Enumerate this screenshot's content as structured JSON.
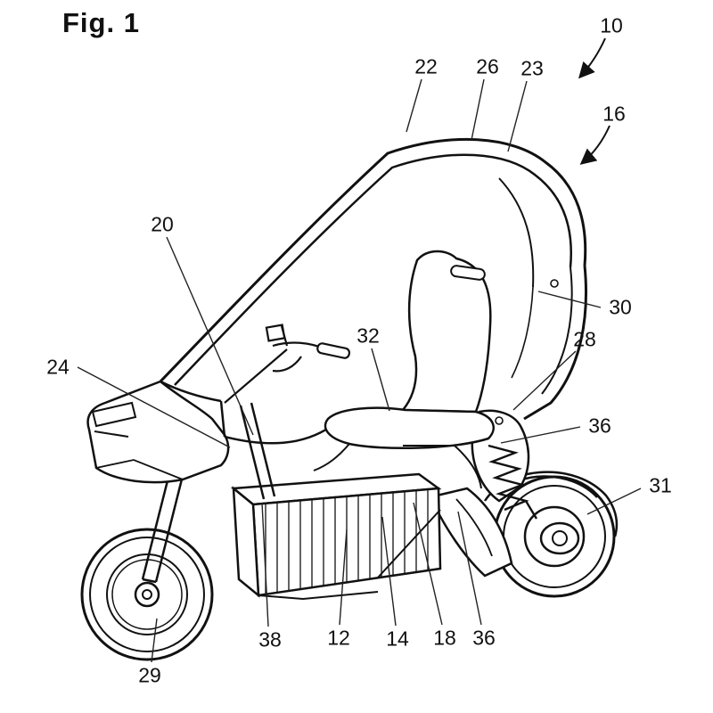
{
  "figure": {
    "title": "Fig. 1",
    "kind": "patent line drawing",
    "subject": "enclosed cabin scooter, side view"
  },
  "reference_labels": [
    {
      "id": "10",
      "text": "10"
    },
    {
      "id": "22",
      "text": "22"
    },
    {
      "id": "26",
      "text": "26"
    },
    {
      "id": "23",
      "text": "23"
    },
    {
      "id": "16",
      "text": "16"
    },
    {
      "id": "20",
      "text": "20"
    },
    {
      "id": "24",
      "text": "24"
    },
    {
      "id": "30",
      "text": "30"
    },
    {
      "id": "32",
      "text": "32"
    },
    {
      "id": "28",
      "text": "28"
    },
    {
      "id": "36-upper",
      "text": "36"
    },
    {
      "id": "31",
      "text": "31"
    },
    {
      "id": "38",
      "text": "38"
    },
    {
      "id": "12",
      "text": "12"
    },
    {
      "id": "14",
      "text": "14"
    },
    {
      "id": "18",
      "text": "18"
    },
    {
      "id": "36-lower",
      "text": "36"
    },
    {
      "id": "29",
      "text": "29"
    }
  ]
}
